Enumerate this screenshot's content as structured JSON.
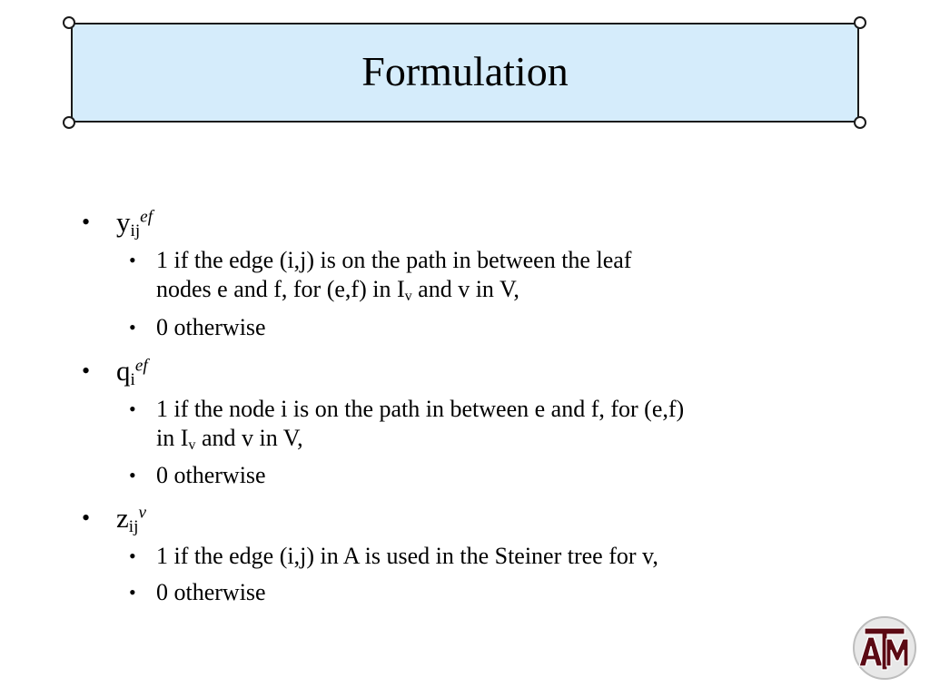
{
  "slide": {
    "title": "Formulation"
  },
  "vars": [
    {
      "base": "y",
      "sub": "ij",
      "sup": "ef",
      "items": [
        {
          "line1": "1 if the edge (i,j) is on the path in between the leaf",
          "line2_pre": "nodes e and f, for (e,f) in I",
          "line2_sub": "v",
          "line2_post": " and v in V,"
        },
        {
          "text": "0 otherwise"
        }
      ]
    },
    {
      "base": "q",
      "sub": "i",
      "sup": "ef",
      "items": [
        {
          "line1": "1 if the node i is on the path in between e and f, for (e,f)",
          "line2_pre": "in I",
          "line2_sub": "v",
          "line2_post": " and v in V,"
        },
        {
          "text": "0 otherwise"
        }
      ]
    },
    {
      "base": "z",
      "sub": "ij",
      "sup": "v",
      "items": [
        {
          "text": "1 if the edge (i,j) in A is used in the Steiner tree for v,"
        },
        {
          "text": "0 otherwise"
        }
      ]
    }
  ],
  "logo": {
    "text": "ATM",
    "color": "#5b0a14"
  },
  "colors": {
    "title_fill": "#d5ecfb",
    "title_border": "#1a1a1a"
  }
}
